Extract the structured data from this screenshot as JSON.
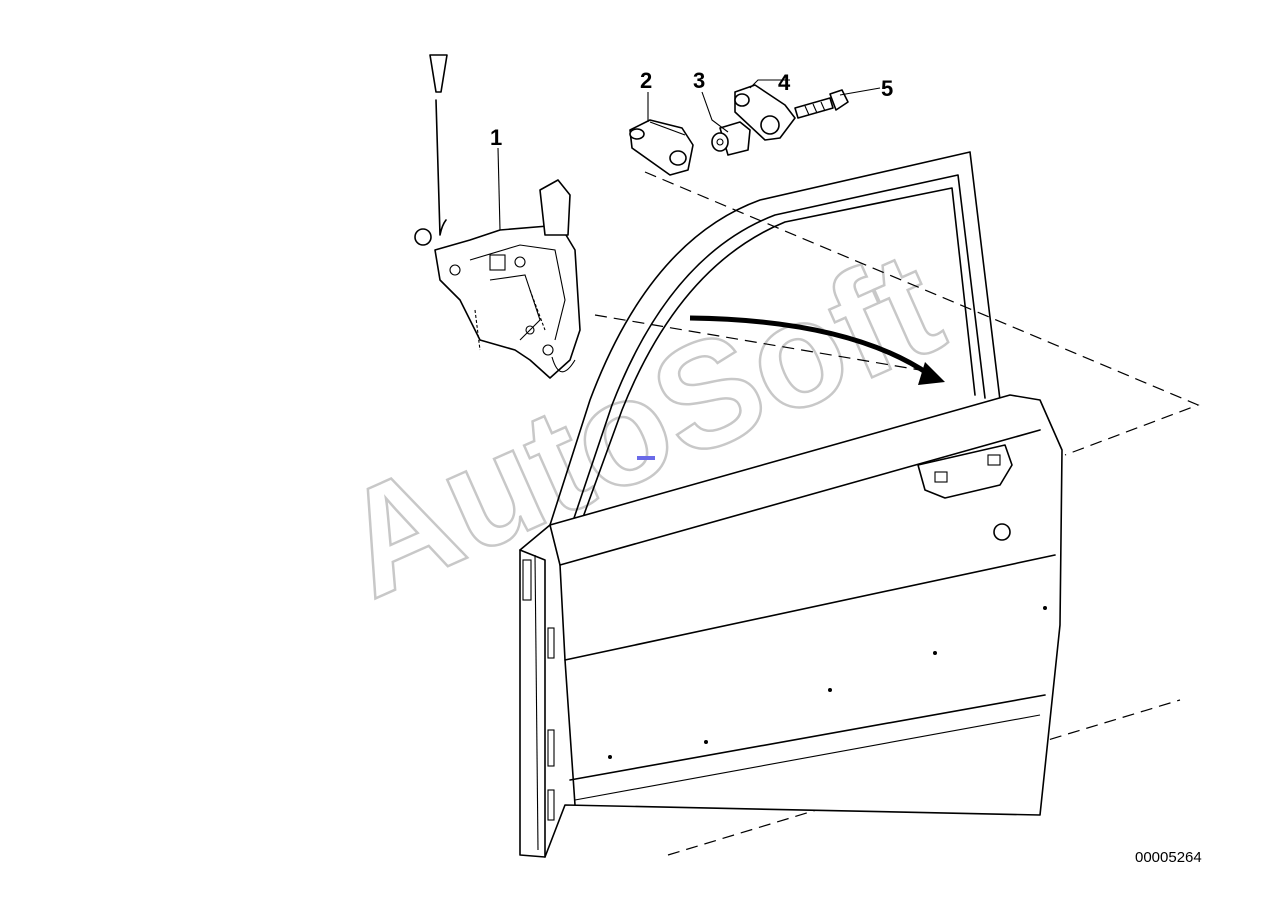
{
  "callouts": [
    {
      "label": "1"
    },
    {
      "label": "2"
    },
    {
      "label": "3"
    },
    {
      "label": "4"
    },
    {
      "label": "5"
    }
  ],
  "watermark": "AutoSoft",
  "document_number": "00005264",
  "colors": {
    "line": "#000000",
    "watermark": "#c8c8c8",
    "background": "#ffffff",
    "accent_mark": "#6a6ae8"
  }
}
